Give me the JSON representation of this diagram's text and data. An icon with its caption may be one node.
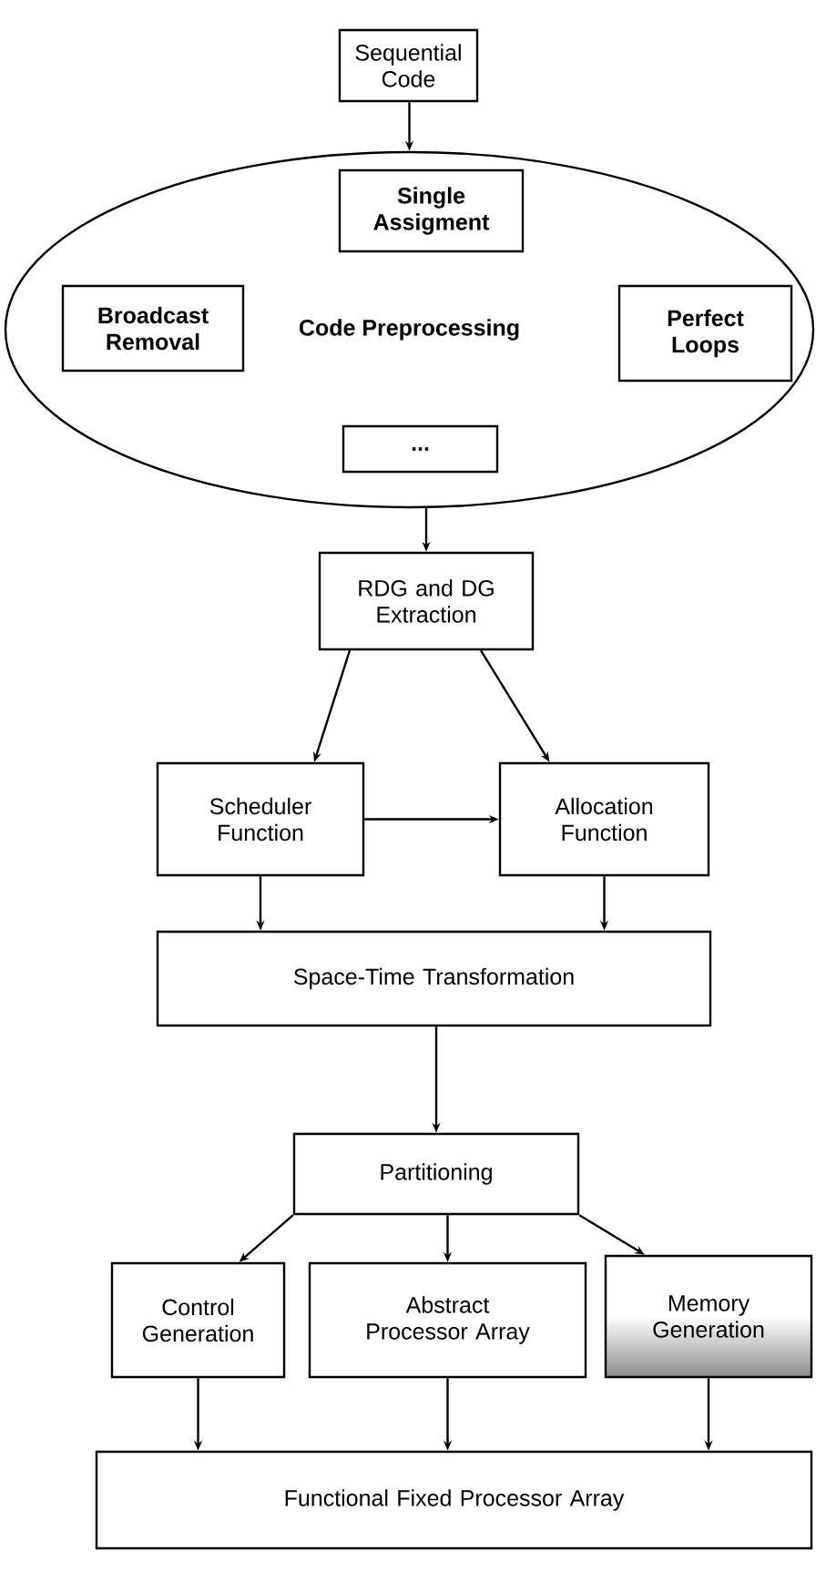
{
  "diagram": {
    "nodes": [
      {
        "text": [
          "Sequential Code"
        ]
      },
      {
        "text": [
          "Code Preprocessing"
        ]
      },
      {
        "text": [
          "Single Assigment"
        ],
        "in": 1
      },
      {
        "text": [
          "Broadcast Removal"
        ],
        "in": 1
      },
      {
        "text": [
          "Perfect Loops"
        ],
        "in": 1
      },
      {
        "text": [
          "..."
        ],
        "in": 1
      },
      {
        "text": [
          "RDG and DG Extraction"
        ]
      },
      {
        "text": [
          "Scheduler Function"
        ]
      },
      {
        "text": [
          "Allocation Function"
        ]
      },
      {
        "text": [
          "Space-Time Transformation"
        ]
      },
      {
        "text": [
          "Partitioning"
        ]
      },
      {
        "text": [
          "Control Generation"
        ]
      },
      {
        "text": [
          "Abstract Processor Array"
        ]
      },
      {
        "text": [
          "Memory Generation"
        ]
      },
      {
        "text": [
          "Functional Fixed Processor Array"
        ]
      }
    ],
    "edges": [
      {
        "from": 0,
        "to": 1,
        "arrow": "to"
      },
      {
        "from": 1,
        "to": 6,
        "arrow": "to"
      },
      {
        "from": 6,
        "to": 7,
        "arrow": "to"
      },
      {
        "from": 6,
        "to": 8,
        "arrow": "to"
      },
      {
        "from": 7,
        "to": 8,
        "arrow": "to"
      },
      {
        "from": 7,
        "to": 9,
        "arrow": "to"
      },
      {
        "from": 8,
        "to": 9,
        "arrow": "to"
      },
      {
        "from": 9,
        "to": 10,
        "arrow": "to"
      },
      {
        "from": 10,
        "to": 11,
        "arrow": "to"
      },
      {
        "from": 10,
        "to": 12,
        "arrow": "to"
      },
      {
        "from": 10,
        "to": 13,
        "arrow": "to"
      },
      {
        "from": 11,
        "to": 14,
        "arrow": "to"
      },
      {
        "from": 12,
        "to": 14,
        "arrow": "to"
      },
      {
        "from": 13,
        "to": 14,
        "arrow": "to"
      }
    ]
  }
}
